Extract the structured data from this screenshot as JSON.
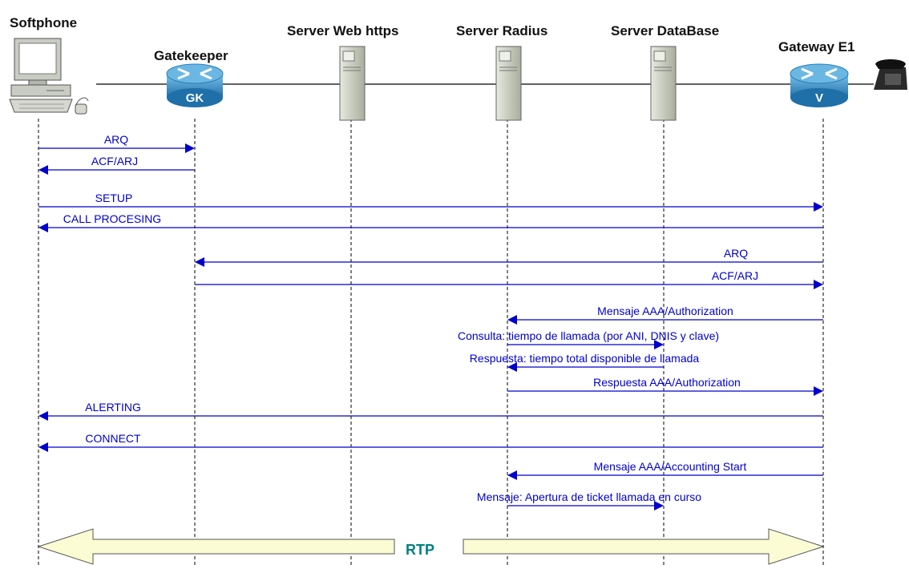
{
  "participants": [
    {
      "id": "softphone",
      "label": "Softphone"
    },
    {
      "id": "gatekeeper",
      "label": "Gatekeeper",
      "icon": "router-gk-icon",
      "icon_text": "GK"
    },
    {
      "id": "web",
      "label": "Server Web https",
      "icon": "server-tower-icon"
    },
    {
      "id": "radius",
      "label": "Server Radius",
      "icon": "server-tower-icon"
    },
    {
      "id": "database",
      "label": "Server DataBase",
      "icon": "server-tower-icon"
    },
    {
      "id": "gateway",
      "label": "Gateway E1",
      "icon": "router-voice-icon",
      "icon_text": "V"
    }
  ],
  "messages": [
    {
      "from": "softphone",
      "to": "gatekeeper",
      "label": "ARQ"
    },
    {
      "from": "gatekeeper",
      "to": "softphone",
      "label": "ACF/ARJ"
    },
    {
      "from": "softphone",
      "to": "gateway",
      "label": "SETUP"
    },
    {
      "from": "gateway",
      "to": "softphone",
      "label": "CALL PROCESING"
    },
    {
      "from": "gateway",
      "to": "gatekeeper",
      "label": "ARQ"
    },
    {
      "from": "gatekeeper",
      "to": "gateway",
      "label": "ACF/ARJ"
    },
    {
      "from": "gateway",
      "to": "radius",
      "label": "Mensaje AAA/Authorization"
    },
    {
      "from": "radius",
      "to": "database",
      "label": "Consulta: tiempo de llamada (por ANI, DNIS y clave)"
    },
    {
      "from": "database",
      "to": "radius",
      "label": "Respuesta: tiempo total disponible de llamada"
    },
    {
      "from": "radius",
      "to": "gateway",
      "label": "Respuesta AAA/Authorization"
    },
    {
      "from": "gateway",
      "to": "softphone",
      "label": "ALERTING"
    },
    {
      "from": "gateway",
      "to": "softphone",
      "label": "CONNECT"
    },
    {
      "from": "gateway",
      "to": "radius",
      "label": "Mensaje AAA/Accounting Start"
    },
    {
      "from": "radius",
      "to": "database",
      "label": "Mensaje: Apertura de ticket llamada en curso"
    }
  ],
  "rtp": {
    "label": "RTP",
    "from": "softphone",
    "to": "gateway"
  },
  "colors": {
    "message": "#0000cc",
    "rtp_text": "#008080",
    "rtp_fill": "#fcfcd4",
    "router_blue": "#2f8fc8",
    "server_gray": "#c8ccc0",
    "lifeline": "#000000"
  }
}
